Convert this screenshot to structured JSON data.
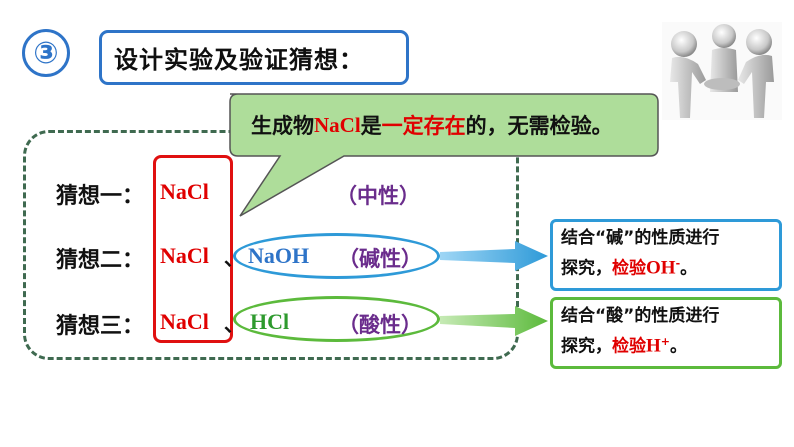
{
  "step": {
    "number": "③"
  },
  "title": "设计实验及验证猜想：",
  "callout": {
    "part1": "生成物",
    "nacl": "NaCl",
    "part2": "是",
    "emph": "一定存在",
    "part3": "的，无需检验。"
  },
  "guesses": [
    {
      "label": "猜想一：",
      "chem1": "NaCl",
      "chem2": "",
      "extra": "",
      "property": "（中性）"
    },
    {
      "label": "猜想二：",
      "chem1": "NaCl",
      "chem2": "、",
      "extra": "NaOH",
      "property": "（碱性）"
    },
    {
      "label": "猜想三：",
      "chem1": "NaCl",
      "chem2": "、",
      "extra": "HCl",
      "property": "（酸性）"
    }
  ],
  "info_boxes": [
    {
      "line1": "结合“碱”的性质进行",
      "line2a": "探究，",
      "line2b": "检验",
      "ion": "OH",
      "sup": "-",
      "end": "。"
    },
    {
      "line1": "结合“酸”的性质进行",
      "line2a": "探究，",
      "line2b": "检验",
      "ion": "H",
      "sup": "+",
      "end": "。"
    }
  ],
  "colors": {
    "blue": "#2e74c8",
    "red": "#e00000",
    "green": "#5cba3c",
    "purple": "#6a2c8c",
    "callout_fill": "#aedd9a"
  }
}
